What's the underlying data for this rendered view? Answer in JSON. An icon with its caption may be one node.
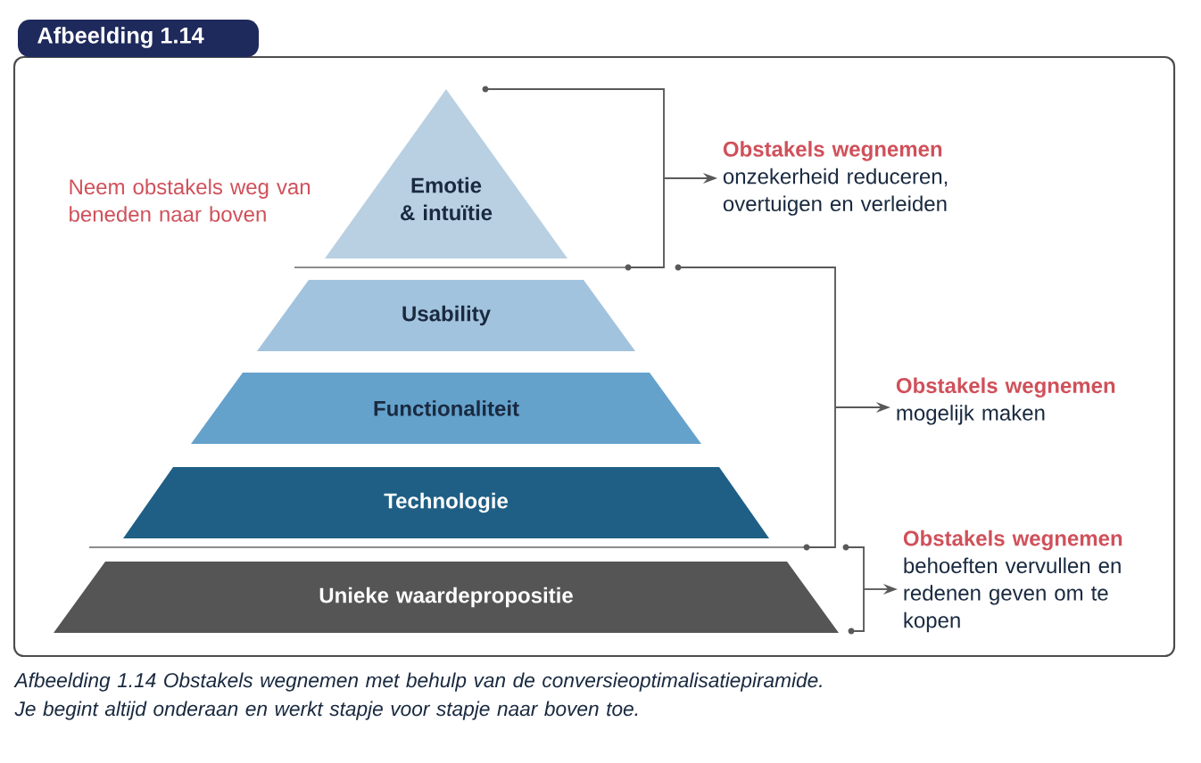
{
  "diagram": {
    "title": "Afbeelding 1.14",
    "caption": "Afbeelding 1.14 Obstakels wegnemen met behulp van de conversieoptimalisatiepiramide. Je begint altijd onderaan en werkt stapje voor stapje naar boven toe.",
    "nodes": [
      {
        "text": [
          "Emotie & intuïtie"
        ]
      },
      {
        "text": [
          "Usability"
        ]
      },
      {
        "text": [
          "Functionaliteit"
        ]
      },
      {
        "text": [
          "Technologie"
        ]
      },
      {
        "text": [
          "Unieke waardepropositie"
        ]
      },
      {
        "text": [
          "Obstakels wegnemen",
          "onzekerheid reduceren, overtuigen en verleiden"
        ]
      },
      {
        "text": [
          "Obstakels wegnemen",
          "mogelijk maken"
        ]
      },
      {
        "text": [
          "Obstakels wegnemen",
          "behoeften vervullen en redenen geven om te kopen"
        ]
      },
      {
        "text": [],
        "shape": "bracket"
      },
      {
        "text": [],
        "shape": "bracket"
      },
      {
        "text": [],
        "shape": "bracket"
      }
    ],
    "edges": [
      {
        "from": 8,
        "to": 5,
        "arrow": "to"
      },
      {
        "from": 9,
        "to": 6,
        "arrow": "to"
      },
      {
        "from": 10,
        "to": 7,
        "arrow": "to"
      }
    ],
    "labels": [
      "Neem obstakels weg van beneden naar boven"
    ]
  }
}
